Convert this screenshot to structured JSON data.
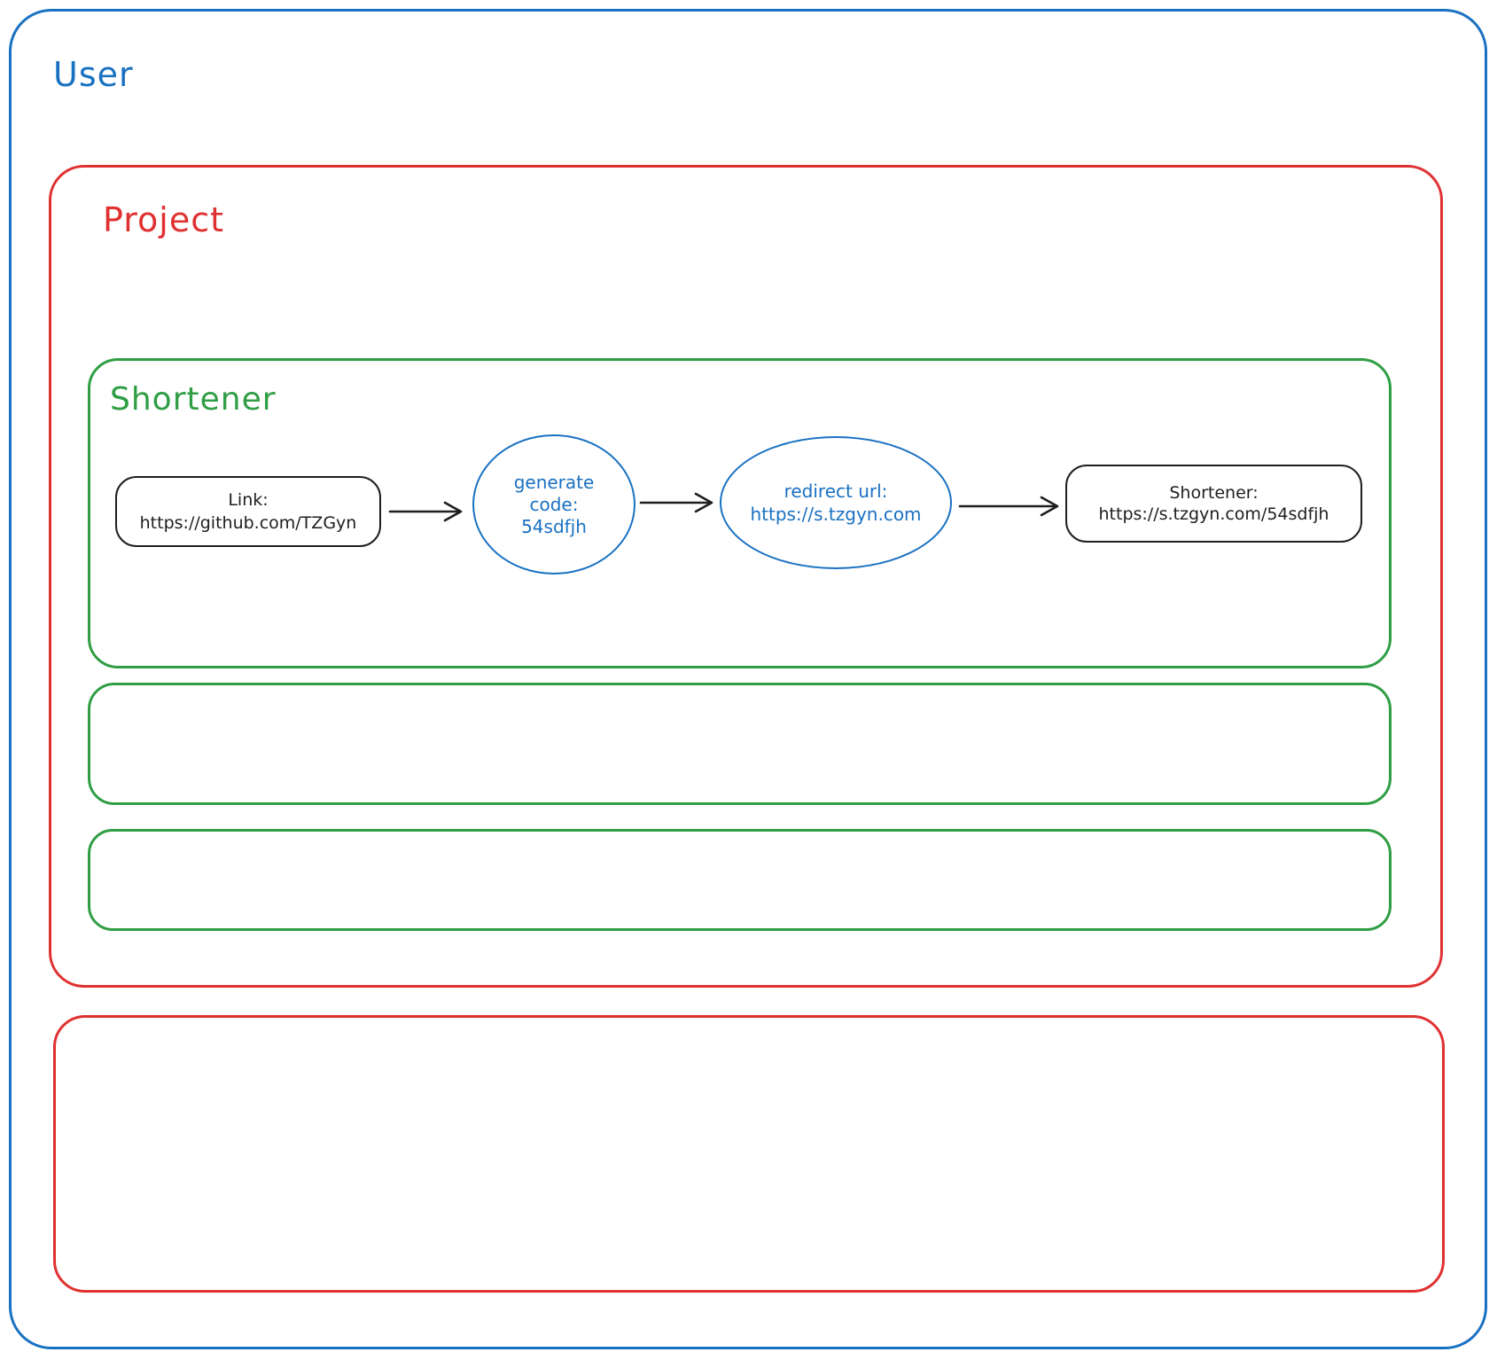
{
  "diagram": {
    "user": {
      "label": "User"
    },
    "project": {
      "label": "Project"
    },
    "shortener": {
      "label": "Shortener"
    },
    "flow": {
      "link_node": {
        "line1": "Link:",
        "line2": "https://github.com/TZGyn"
      },
      "generate_node": {
        "line1": "generate",
        "line2": "code:",
        "line3": "54sdfjh"
      },
      "redirect_node": {
        "line1": "redirect url:",
        "line2": "https://s.tzgyn.com"
      },
      "result_node": {
        "line1": "Shortener:",
        "line2": "https://s.tzgyn.com/54sdfjh"
      }
    },
    "colors": {
      "user_blue": "#1971c2",
      "project_red": "#e03131",
      "shortener_green": "#2f9e44",
      "ink": "#1e1e1e"
    }
  }
}
